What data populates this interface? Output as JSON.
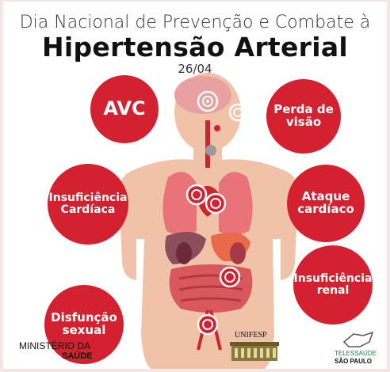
{
  "title": {
    "line1": "Dia Nacional de Prevenção e Combate à",
    "line2": "Hipertensão Arterial",
    "date": "26/04"
  },
  "conditions": [
    {
      "id": "avc",
      "label": "AVC"
    },
    {
      "id": "perda-visao",
      "label": "Perda de visão"
    },
    {
      "id": "insuficiencia-cardiaca",
      "label": "Insuficiência Cardíaca"
    },
    {
      "id": "ataque-cardiaco",
      "label": "Ataque cardíaco"
    },
    {
      "id": "insuficiencia-renal",
      "label": "Insuficiência renal"
    },
    {
      "id": "disfuncao-sexual",
      "label": "Disfunção sexual"
    }
  ],
  "logos": {
    "ministerio_line1": "MINISTÉRIO DA",
    "ministerio_line2": "SAÚDE",
    "unifesp": "UNIFESP",
    "telessaude_line1": "TELESSAÚDE",
    "telessaude_line2": "SÃO PAULO"
  },
  "colors": {
    "accent_red": "#d3212f",
    "skin": "#f0c2a8",
    "organ_pink": "#e8747a"
  }
}
